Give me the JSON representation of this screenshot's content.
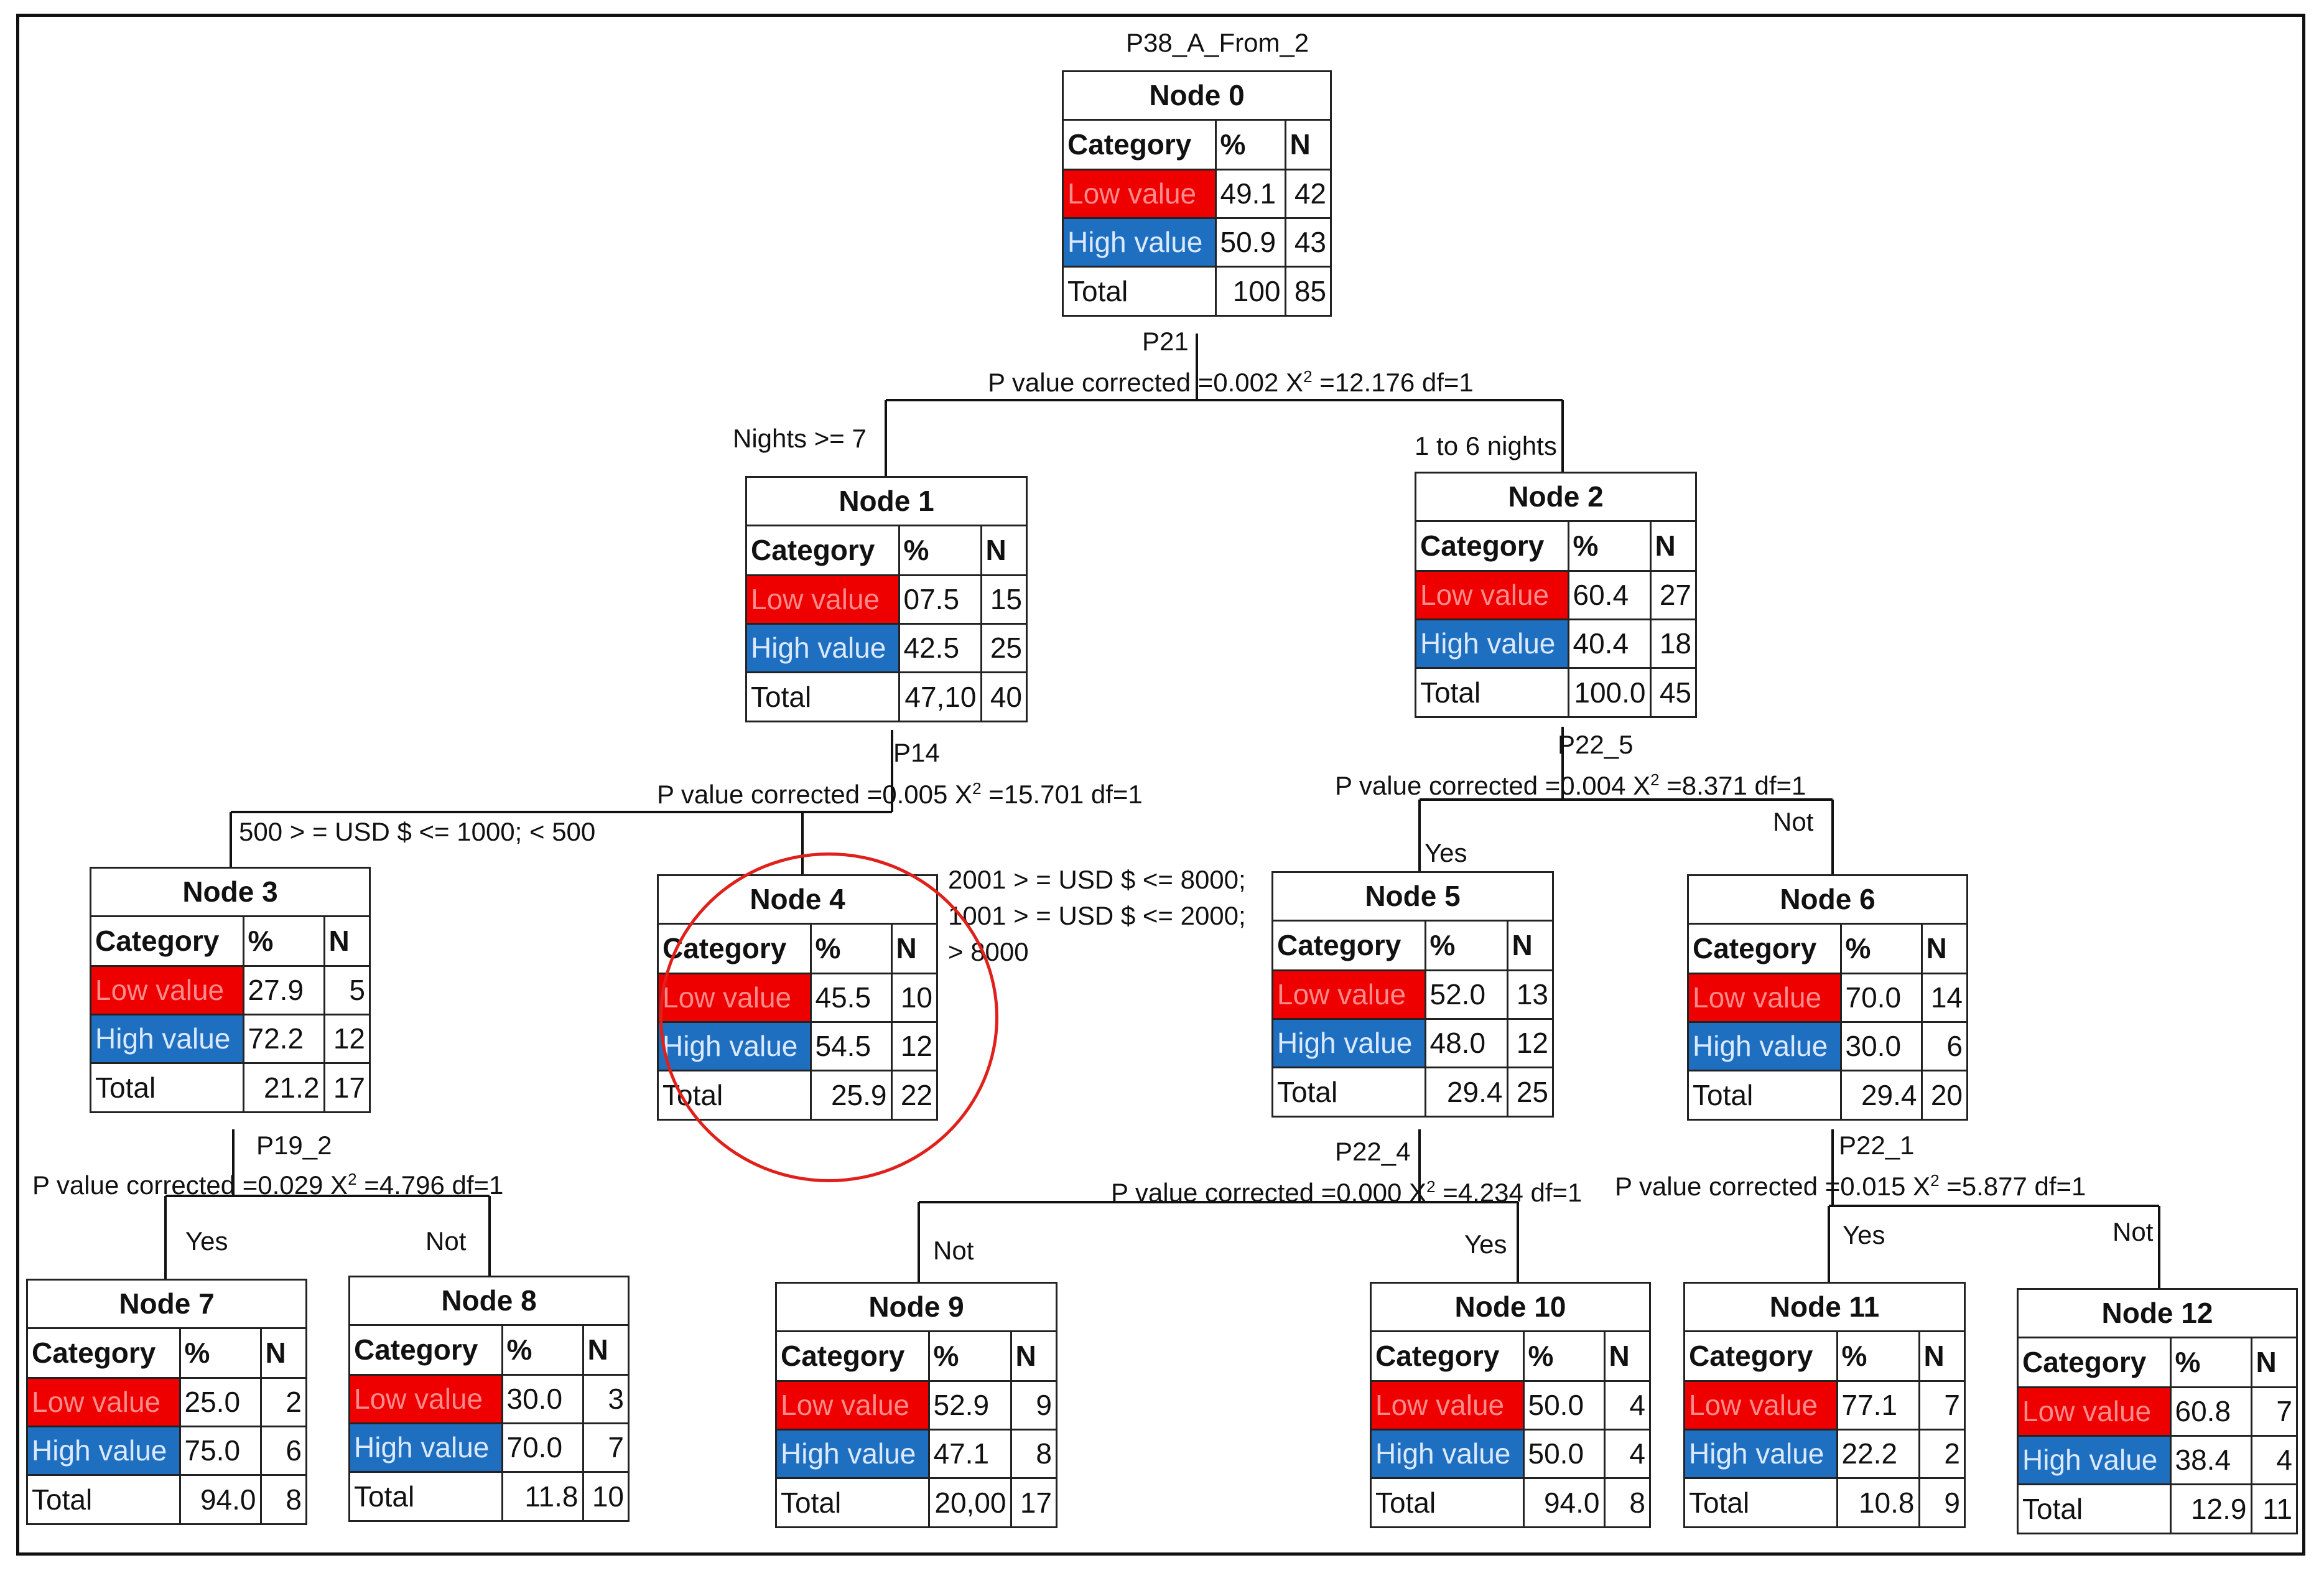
{
  "root_label": "P38_A_From_2",
  "labels": {
    "headers": {
      "category": "Category",
      "pct": "%",
      "n": "N"
    },
    "categories": {
      "low": "Low value",
      "high": "High value",
      "total": "Total"
    }
  },
  "colors": {
    "low": "#ee0000",
    "high": "#1f6fc0",
    "circle": "#e0201a"
  },
  "nodes": {
    "n0": {
      "title": "Node 0",
      "low_pct": "49.1",
      "low_n": "42",
      "high_pct": "50.9",
      "high_n": "43",
      "total_pct": "100",
      "total_n": "85"
    },
    "n1": {
      "title": "Node 1",
      "low_pct": "07.5",
      "low_n": "15",
      "high_pct": "42.5",
      "high_n": "25",
      "total_pct": "47,10",
      "total_n": "40"
    },
    "n2": {
      "title": "Node 2",
      "low_pct": "60.4",
      "low_n": "27",
      "high_pct": "40.4",
      "high_n": "18",
      "total_pct": "100.0",
      "total_n": "45"
    },
    "n3": {
      "title": "Node 3",
      "low_pct": "27.9",
      "low_n": "5",
      "high_pct": "72.2",
      "high_n": "12",
      "total_pct": "21.2",
      "total_n": "17"
    },
    "n4": {
      "title": "Node 4",
      "low_pct": "45.5",
      "low_n": "10",
      "high_pct": "54.5",
      "high_n": "12",
      "total_pct": "25.9",
      "total_n": "22"
    },
    "n5": {
      "title": "Node 5",
      "low_pct": "52.0",
      "low_n": "13",
      "high_pct": "48.0",
      "high_n": "12",
      "total_pct": "29.4",
      "total_n": "25"
    },
    "n6": {
      "title": "Node 6",
      "low_pct": "70.0",
      "low_n": "14",
      "high_pct": "30.0",
      "high_n": "6",
      "total_pct": "29.4",
      "total_n": "20"
    },
    "n7": {
      "title": "Node 7",
      "low_pct": "25.0",
      "low_n": "2",
      "high_pct": "75.0",
      "high_n": "6",
      "total_pct": "94.0",
      "total_n": "8"
    },
    "n8": {
      "title": "Node 8",
      "low_pct": "30.0",
      "low_n": "3",
      "high_pct": "70.0",
      "high_n": "7",
      "total_pct": "11.8",
      "total_n": "10"
    },
    "n9": {
      "title": "Node 9",
      "low_pct": "52.9",
      "low_n": "9",
      "high_pct": "47.1",
      "high_n": "8",
      "total_pct": "20,00",
      "total_n": "17"
    },
    "n10": {
      "title": "Node 10",
      "low_pct": "50.0",
      "low_n": "4",
      "high_pct": "50.0",
      "high_n": "4",
      "total_pct": "94.0",
      "total_n": "8"
    },
    "n11": {
      "title": "Node 11",
      "low_pct": "77.1",
      "low_n": "7",
      "high_pct": "22.2",
      "high_n": "2",
      "total_pct": "10.8",
      "total_n": "9"
    },
    "n12": {
      "title": "Node 12",
      "low_pct": "60.8",
      "low_n": "7",
      "high_pct": "38.4",
      "high_n": "4",
      "total_pct": "12.9",
      "total_n": "11"
    }
  },
  "splits": {
    "s0": {
      "var": "P21",
      "pre": "P value corrected =0.002 X",
      "post": " =12.176 df=1"
    },
    "s1": {
      "var": "P14",
      "pre": "P value corrected =0.005 X",
      "post": " =15.701 df=1"
    },
    "s2": {
      "var": "P22_5",
      "pre": "P value corrected =0.004 X",
      "post": " =8.371 df=1"
    },
    "s3": {
      "var": "P19_2",
      "pre": "P value corrected =0.029 X",
      "post": " =4.796 df=1"
    },
    "s5": {
      "var": "P22_4",
      "pre": "P value corrected =0.000 X",
      "post": " =4.234 df=1"
    },
    "s6": {
      "var": "P22_1",
      "pre": "P value corrected =0.015 X",
      "post": " =5.877 df=1"
    },
    "sup": "2"
  },
  "branches": {
    "b1": "Nights >= 7",
    "b2": "1 to 6 nights",
    "b3": "500 > = USD $ <= 1000; < 500",
    "b4_line1": "2001 > = USD $ <= 8000;",
    "b4_line2": "1001 > = USD $ <= 2000;",
    "b4_line3": "> 8000",
    "b5": "Yes",
    "b6": "Not",
    "b7": "Yes",
    "b8": "Not",
    "b9": "Not",
    "b10": "Yes",
    "b11": "Yes",
    "b12": "Not"
  }
}
